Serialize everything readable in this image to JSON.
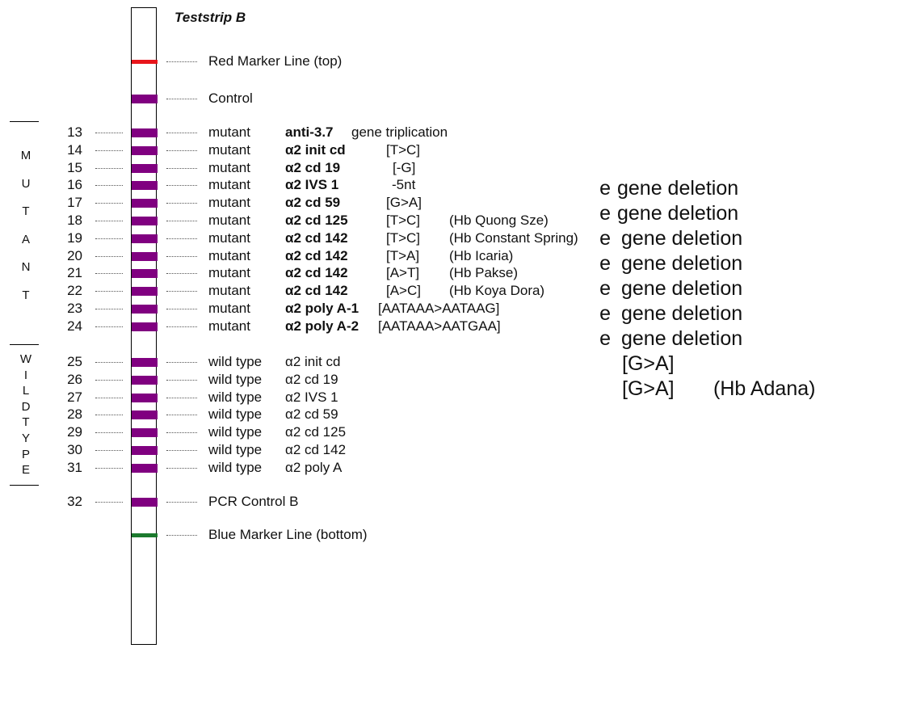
{
  "title": "Teststrip B",
  "colors": {
    "band": "#800080",
    "red_marker": "#e8151b",
    "blue_marker": "#1c7a2e"
  },
  "markers": [
    {
      "label": "Red Marker Line (top)",
      "color_key": "red_marker"
    },
    {
      "label": "Control",
      "color_key": "band"
    }
  ],
  "side_labels": {
    "mutant": [
      "M",
      "U",
      "T",
      "A",
      "N",
      "T"
    ],
    "wildtype": [
      "W",
      "I",
      "L",
      "D",
      "T",
      "Y",
      "P",
      "E"
    ]
  },
  "mutant_rows": [
    {
      "num": "13",
      "type": "mutant",
      "name": "anti-3.7",
      "change": "gene triplication",
      "hb": ""
    },
    {
      "num": "14",
      "type": "mutant",
      "name": "α2 init cd",
      "change": "[T>C]",
      "hb": ""
    },
    {
      "num": "15",
      "type": "mutant",
      "name": "α2 cd 19",
      "change": "[-G]",
      "hb": ""
    },
    {
      "num": "16",
      "type": "mutant",
      "name": "α2 IVS 1",
      "change": "-5nt",
      "hb": ""
    },
    {
      "num": "17",
      "type": "mutant",
      "name": "α2 cd 59",
      "change": "[G>A]",
      "hb": ""
    },
    {
      "num": "18",
      "type": "mutant",
      "name": "α2 cd 125",
      "change": "[T>C]",
      "hb": "(Hb Quong Sze)"
    },
    {
      "num": "19",
      "type": "mutant",
      "name": "α2 cd 142",
      "change": "[T>C]",
      "hb": "(Hb Constant Spring)"
    },
    {
      "num": "20",
      "type": "mutant",
      "name": "α2 cd 142",
      "change": "[T>A]",
      "hb": "(Hb Icaria)"
    },
    {
      "num": "21",
      "type": "mutant",
      "name": "α2 cd 142",
      "change": "[A>T]",
      "hb": "(Hb Pakse)"
    },
    {
      "num": "22",
      "type": "mutant",
      "name": "α2 cd 142",
      "change": "[A>C]",
      "hb": "(Hb Koya Dora)"
    },
    {
      "num": "23",
      "type": "mutant",
      "name": "α2 poly A-1",
      "change": "[AATAAA>AATAAG]",
      "hb": ""
    },
    {
      "num": "24",
      "type": "mutant",
      "name": "α2 poly A-2",
      "change": "[AATAAA>AATGAA]",
      "hb": ""
    }
  ],
  "wild_rows": [
    {
      "num": "25",
      "type": "wild type",
      "name": "α2 init cd"
    },
    {
      "num": "26",
      "type": "wild type",
      "name": "α2 cd 19"
    },
    {
      "num": "27",
      "type": "wild type",
      "name": "α2 IVS 1"
    },
    {
      "num": "28",
      "type": "wild type",
      "name": "α2 cd 59"
    },
    {
      "num": "29",
      "type": "wild type",
      "name": "α2 cd 125"
    },
    {
      "num": "30",
      "type": "wild type",
      "name": "α2 cd 142"
    },
    {
      "num": "31",
      "type": "wild type",
      "name": "α2 poly A"
    }
  ],
  "pcr_row": {
    "num": "32",
    "label": "PCR Control B"
  },
  "blue_marker": {
    "label": "Blue Marker Line (bottom)"
  },
  "overlay_right": [
    {
      "prefix": "e",
      "text": "gene deletion",
      "hb": ""
    },
    {
      "prefix": "e",
      "text": "gene deletion",
      "hb": ""
    },
    {
      "prefix": "e",
      "text": "gene deletion",
      "hb": ""
    },
    {
      "prefix": "e",
      "text": "gene deletion",
      "hb": ""
    },
    {
      "prefix": "e",
      "text": "gene deletion",
      "hb": ""
    },
    {
      "prefix": "e",
      "text": "gene deletion",
      "hb": ""
    },
    {
      "prefix": "e",
      "text": "gene deletion",
      "hb": ""
    },
    {
      "prefix": "",
      "text": "[G>A]",
      "hb": ""
    },
    {
      "prefix": "",
      "text": "[G>A]",
      "hb": "(Hb Adana)"
    }
  ]
}
